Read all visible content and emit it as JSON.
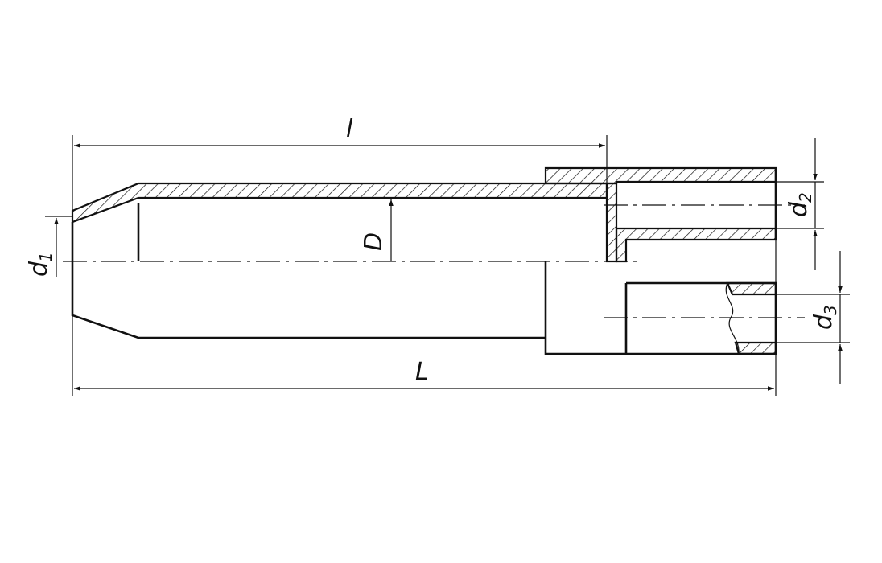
{
  "drawing": {
    "dimensions": {
      "l": "l",
      "D": "D",
      "L": "L",
      "d1": {
        "base": "d",
        "sub": "1"
      },
      "d2": {
        "base": "d",
        "sub": "2"
      },
      "d3": {
        "base": "d",
        "sub": "3"
      }
    }
  }
}
